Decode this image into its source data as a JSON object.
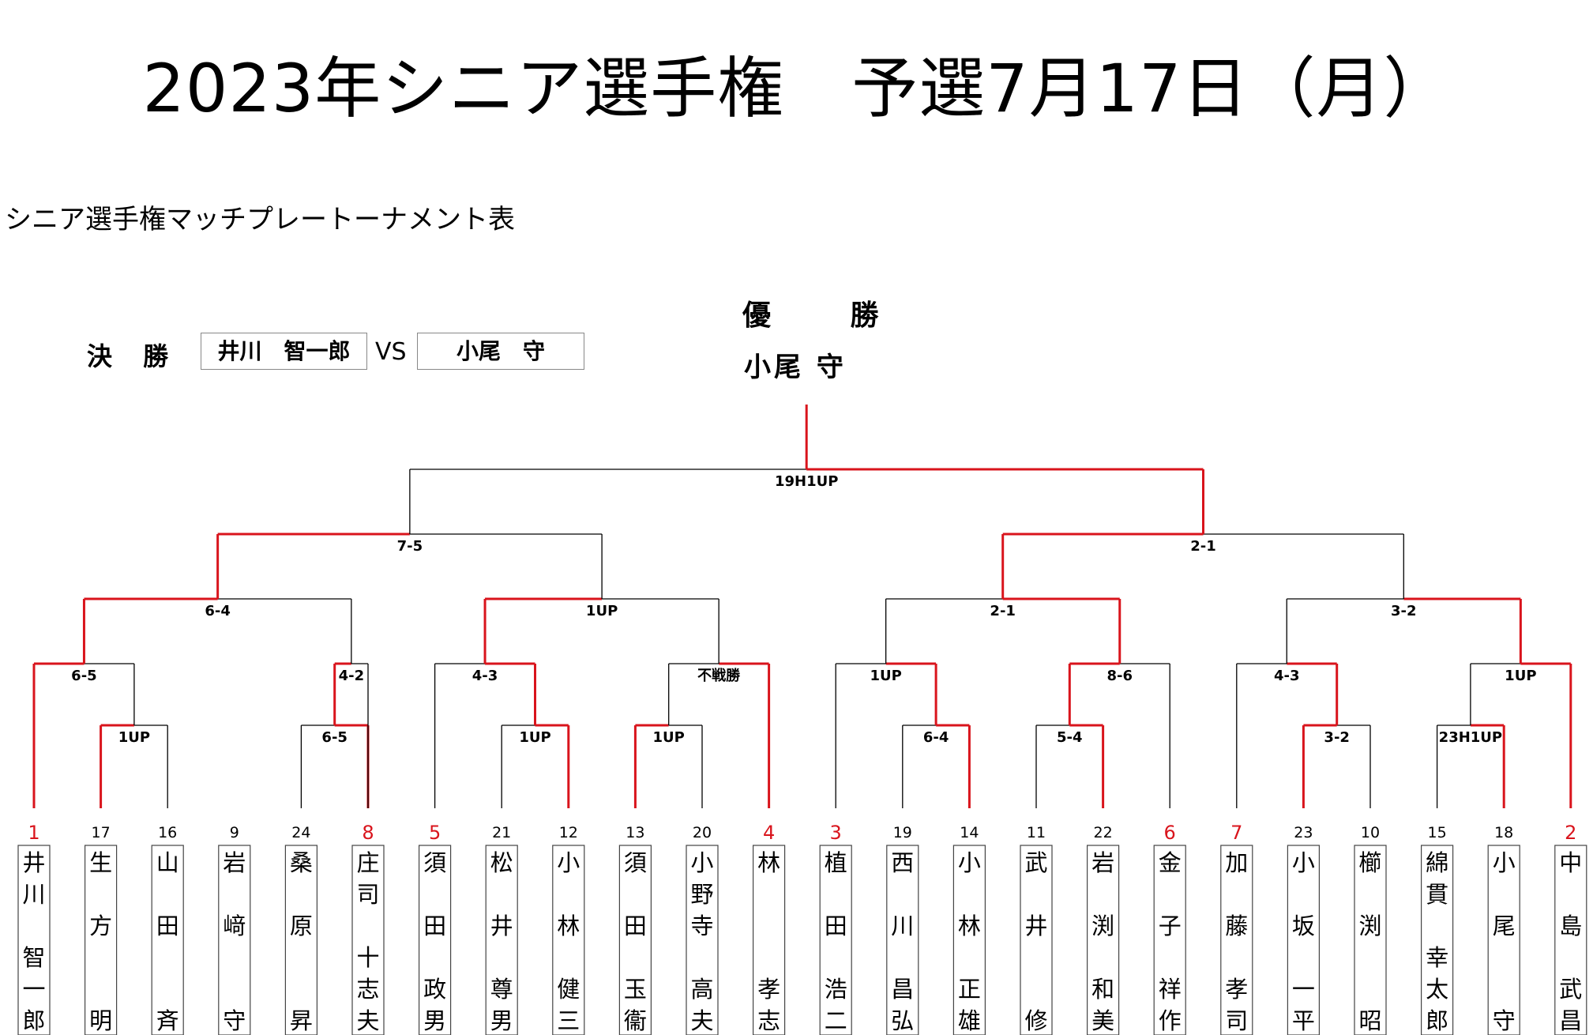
{
  "header": {
    "title": "2023年シニア選手権　予選7月17日（月）",
    "subtitle": "シニア選手権マッチプレートーナメント表"
  },
  "final": {
    "label": "決 勝",
    "player_left": "井川　智一郎",
    "vs": "VS",
    "player_right": "小尾　守"
  },
  "champion": {
    "label": "優 勝",
    "name": "小尾 守"
  },
  "colors": {
    "winner_line": "#d9141c",
    "line": "#000000",
    "seed": "#d9141c"
  },
  "players": [
    {
      "seed": "1",
      "name": "井川　智一郎",
      "seeded": true
    },
    {
      "seed": "17",
      "name": "生　方　　明",
      "seeded": false
    },
    {
      "seed": "16",
      "name": "山　田　　斉",
      "seeded": false
    },
    {
      "seed": "9",
      "name": "岩　﨑　　守",
      "seeded": false
    },
    {
      "seed": "24",
      "name": "桑　原　　昇",
      "seeded": false
    },
    {
      "seed": "8",
      "name": "庄司　十志夫",
      "seeded": true
    },
    {
      "seed": "5",
      "name": "須　田　政男",
      "seeded": true
    },
    {
      "seed": "21",
      "name": "松　井　尊男",
      "seeded": false
    },
    {
      "seed": "12",
      "name": "小　林　健三",
      "seeded": false
    },
    {
      "seed": "13",
      "name": "須　田　玉衞",
      "seeded": false
    },
    {
      "seed": "20",
      "name": "小野寺　高夫",
      "seeded": false
    },
    {
      "seed": "4",
      "name": "林　　　孝志",
      "seeded": true
    },
    {
      "seed": "3",
      "name": "植　田　浩二",
      "seeded": true
    },
    {
      "seed": "19",
      "name": "西　川　昌弘",
      "seeded": false
    },
    {
      "seed": "14",
      "name": "小　林　正雄",
      "seeded": false
    },
    {
      "seed": "11",
      "name": "武　井　　修",
      "seeded": false
    },
    {
      "seed": "22",
      "name": "岩　渕　和美",
      "seeded": false
    },
    {
      "seed": "6",
      "name": "金　子　祥作",
      "seeded": true
    },
    {
      "seed": "7",
      "name": "加　藤　孝司",
      "seeded": true
    },
    {
      "seed": "23",
      "name": "小　坂　一平",
      "seeded": false
    },
    {
      "seed": "10",
      "name": "櫛　渕　　昭",
      "seeded": false
    },
    {
      "seed": "15",
      "name": "綿貫　幸太郎",
      "seeded": false
    },
    {
      "seed": "18",
      "name": "小　尾　　守",
      "seeded": false
    },
    {
      "seed": "2",
      "name": "中　島　武昌",
      "seeded": true
    }
  ],
  "matches": [
    {
      "id": "g1a",
      "l": 1,
      "r": 2,
      "winner": "l",
      "score": "1UP"
    },
    {
      "id": "g1b",
      "l": 4,
      "r": 5,
      "winner": "r",
      "score": "6-5"
    },
    {
      "id": "g2a",
      "l": 7,
      "r": 8,
      "winner": "r",
      "score": "1UP"
    },
    {
      "id": "g2b",
      "l": 9,
      "r": 10,
      "winner": "l",
      "score": "1UP"
    },
    {
      "id": "g3a",
      "l": 13,
      "r": 14,
      "winner": "r",
      "score": "6-4"
    },
    {
      "id": "g3b",
      "l": 15,
      "r": 16,
      "winner": "r",
      "score": "5-4"
    },
    {
      "id": "g4a",
      "l": 19,
      "r": 20,
      "winner": "l",
      "score": "3-2"
    },
    {
      "id": "g4b",
      "l": 21,
      "r": 22,
      "winner": "r",
      "score": "23H1UP"
    },
    {
      "id": "h1",
      "l": 0,
      "r": "g1a",
      "winner": "l",
      "score": "6-5"
    },
    {
      "id": "h2",
      "l": "g1b",
      "r": 5,
      "winner": "l",
      "score": "4-2"
    },
    {
      "id": "h3",
      "l": 6,
      "r": "g2a",
      "winner": "r",
      "score": "4-3"
    },
    {
      "id": "h4",
      "l": "g2b",
      "r": 11,
      "winner": "r",
      "score": "不戦勝"
    },
    {
      "id": "h5",
      "l": 12,
      "r": "g3a",
      "winner": "r",
      "score": "1UP"
    },
    {
      "id": "h6",
      "l": "g3b",
      "r": 17,
      "winner": "l",
      "score": "8-6"
    },
    {
      "id": "h7",
      "l": 18,
      "r": "g4a",
      "winner": "r",
      "score": "4-3"
    },
    {
      "id": "h8",
      "l": "g4b",
      "r": 23,
      "winner": "r",
      "score": "1UP"
    },
    {
      "id": "q1",
      "l": "h1",
      "r": "h2",
      "winner": "l",
      "score": "6-4"
    },
    {
      "id": "q2",
      "l": "h3",
      "r": "h4",
      "winner": "l",
      "score": "1UP"
    },
    {
      "id": "q3",
      "l": "h5",
      "r": "h6",
      "winner": "r",
      "score": "2-1"
    },
    {
      "id": "q4",
      "l": "h7",
      "r": "h8",
      "winner": "r",
      "score": "3-2"
    },
    {
      "id": "s1",
      "l": "q1",
      "r": "q2",
      "winner": "l",
      "score": "7-5"
    },
    {
      "id": "s2",
      "l": "q3",
      "r": "q4",
      "winner": "l",
      "score": "2-1"
    },
    {
      "id": "f",
      "l": "s1",
      "r": "s2",
      "winner": "r",
      "score": "19H1UP"
    }
  ]
}
